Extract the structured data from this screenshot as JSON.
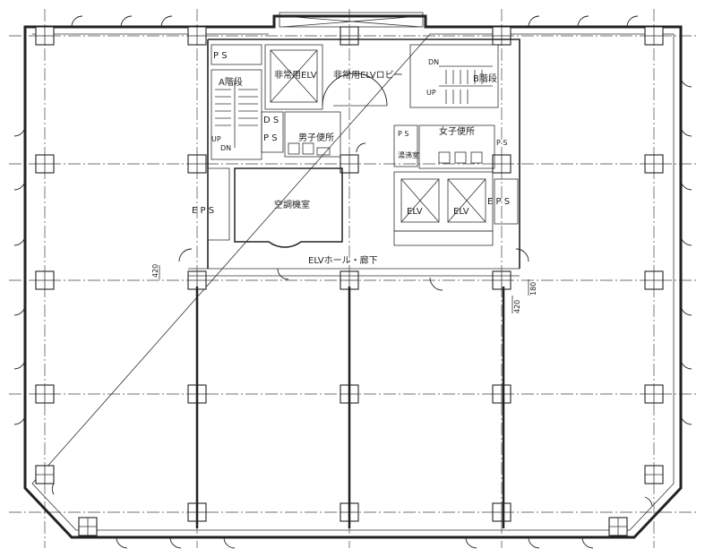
{
  "labels": {
    "ps_top": "P S",
    "stair_a": "A階段",
    "emergency_elv": "非常用ELV",
    "emergency_elv_lobby": "非常用ELVロビー",
    "stair_b": "B階段",
    "ds": "D S",
    "ps_mid": "P S",
    "mens_wc": "男子便所",
    "womens_wc": "女子便所",
    "ps_right": "P S",
    "hot_water": "湯沸室",
    "ps_small": "P S",
    "eps_left": "E P S",
    "eps_right": "E P S",
    "elv1": "ELV",
    "elv2": "ELV",
    "ahu_room": "空調機室",
    "hall_corridor": "ELVホール・廊下",
    "up1": "UP",
    "dn1": "DN",
    "up2": "UP",
    "dn2": "DN",
    "dim_left": "420",
    "dim_right1": "180",
    "dim_right2": "420"
  }
}
